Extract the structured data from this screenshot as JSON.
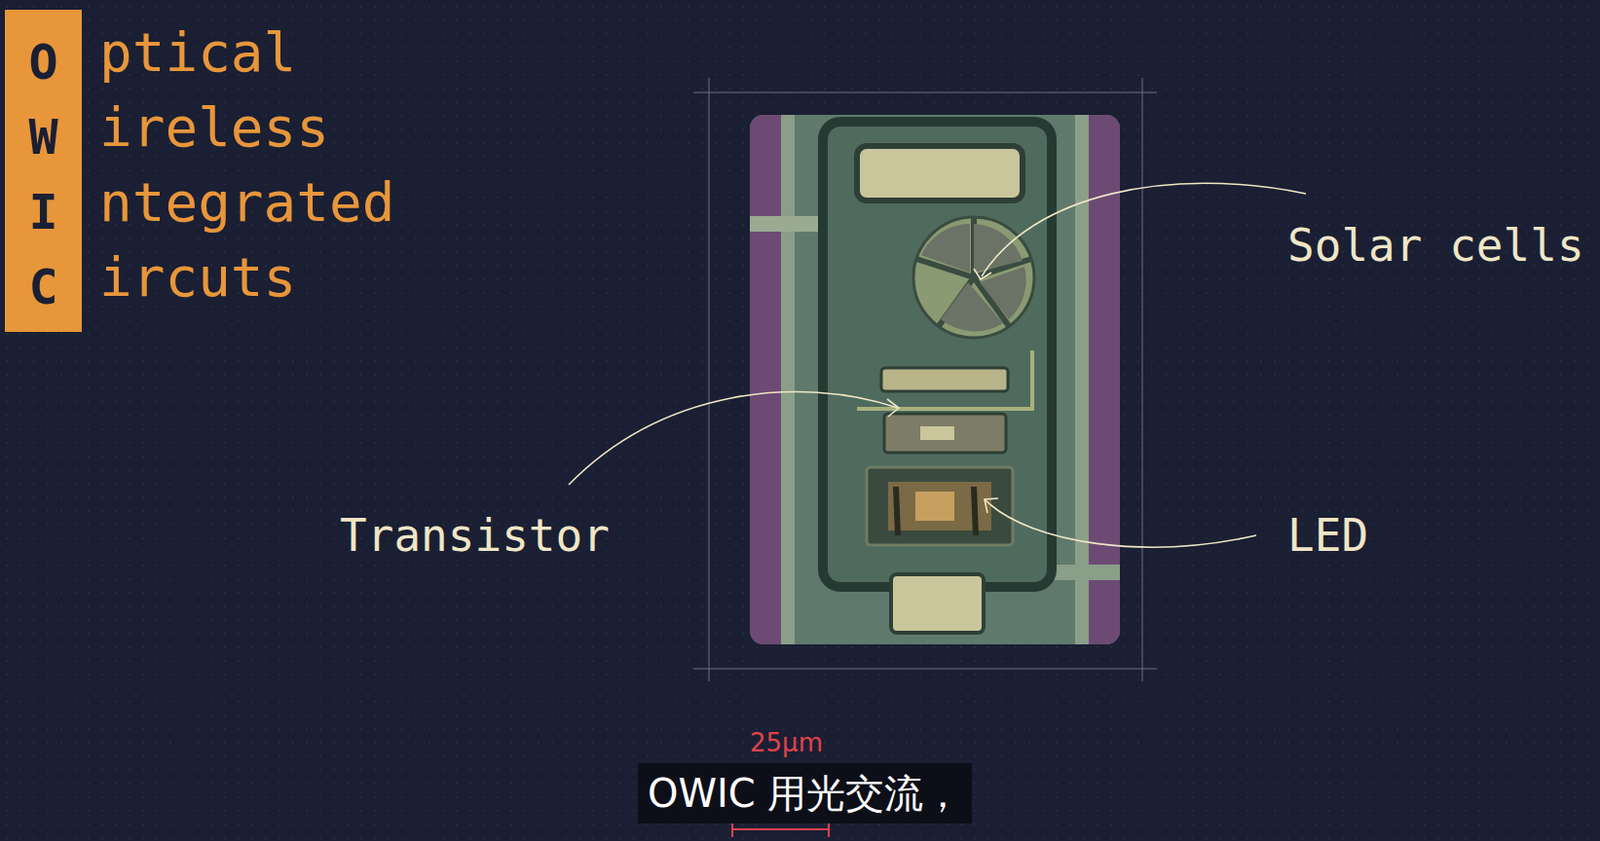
{
  "diagram": {
    "nodes": [
      {
        "text": [
          "O",
          "W",
          "I",
          "C"
        ]
      },
      {
        "text": [
          "OWIC 用光交流，"
        ]
      }
    ],
    "labels": [
      "ptical",
      "ireless",
      "ntegrated",
      "ircuts",
      "Solar cells",
      "Transistor",
      "LED",
      "25μm"
    ]
  }
}
